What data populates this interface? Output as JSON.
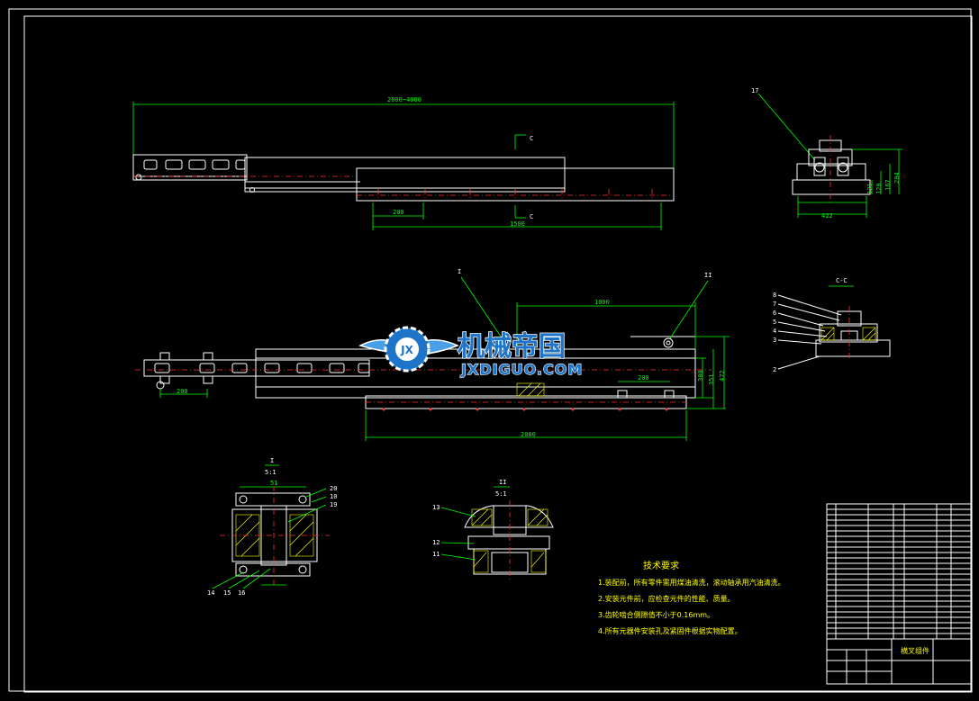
{
  "colors": {
    "background": "#000000",
    "outline": "#ffffff",
    "dimension": "#00ff00",
    "center": "#ff3030",
    "hatch": "#ffff00",
    "logo_blue": "#1e74c8"
  },
  "top_view": {
    "overall_dim": "2000~4000",
    "section_mark": "C",
    "dim_pitch": "200",
    "dim_total": "1500"
  },
  "end_view": {
    "leader_no": "17",
    "dim_width": "422",
    "dims_height": [
      "121",
      "120",
      "167",
      "204"
    ]
  },
  "main_view": {
    "leader_i": "I",
    "leader_ii": "II",
    "dim_stroke": "1000",
    "dim_left_pitch": "200",
    "dim_right_pitch": "200",
    "dim_bottom": "2000",
    "dims_right": [
      "300",
      "351",
      "472"
    ]
  },
  "section_cc": {
    "title": "C-C",
    "leader_numbers": [
      "8",
      "7",
      "6",
      "5",
      "4",
      "3",
      "2"
    ]
  },
  "detail_i": {
    "title": "I",
    "scale": "5:1",
    "width_dim": "51",
    "leaders": [
      "20",
      "10",
      "19",
      "14",
      "15",
      "16"
    ]
  },
  "detail_ii": {
    "title": "II",
    "scale": "5:1",
    "leaders": [
      "13",
      "12",
      "11"
    ]
  },
  "logo": {
    "text": "机械帝国",
    "url": "JXDIGUO.COM",
    "emblem_letter": "JX"
  },
  "notes": {
    "title": "技术要求",
    "items": [
      "1.装配前，所有零件需用煤油清洗，滚动轴承用汽油清洗。",
      "2.安装元件前，应检查元件的性能、质量。",
      "3.齿轮啮合侧隙值不小于0.16mm。",
      "4.所有元器件安装孔及紧固件根据实物配置。"
    ]
  },
  "title_block": {
    "drawing_name": "横叉组件"
  }
}
